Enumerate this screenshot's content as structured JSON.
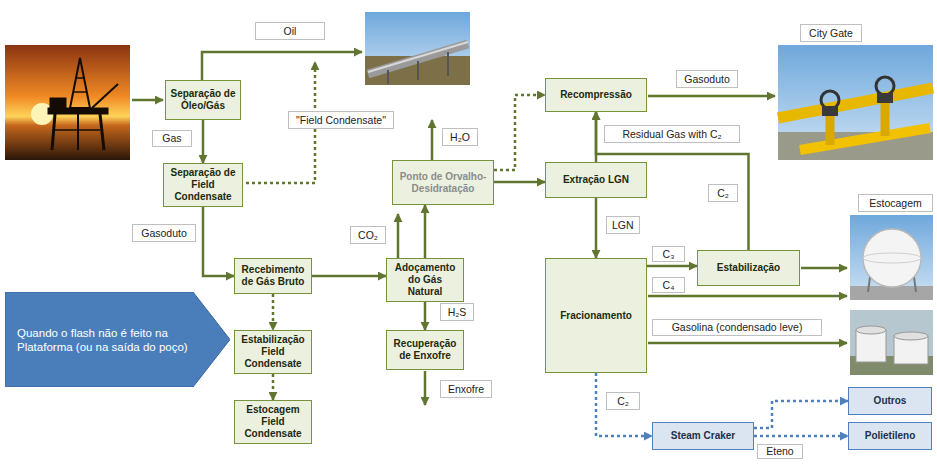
{
  "diagram": {
    "nodes": [
      {
        "text": [
          "Oil"
        ]
      },
      {
        "text": [
          "Separação de Óleo/Gás"
        ]
      },
      {
        "text": [
          "Gas"
        ]
      },
      {
        "text": [
          "\"Field Condensate\""
        ]
      },
      {
        "text": [
          "Separação de Field Condensate"
        ]
      },
      {
        "text": [
          "Gasoduto"
        ]
      },
      {
        "text": [
          "Recebimento de Gás Bruto"
        ]
      },
      {
        "text": [
          "Quando o flash não é feito na Plataforma (ou na saída do poço)"
        ]
      },
      {
        "text": [
          "Estabilização Field Condensate"
        ]
      },
      {
        "text": [
          "Estocagem Field Condensate"
        ]
      },
      {
        "text": [
          "CO₂"
        ]
      },
      {
        "text": [
          "Adoçamento do Gás Natural"
        ]
      },
      {
        "text": [
          "H₂S"
        ]
      },
      {
        "text": [
          "Recuperação de Enxofre"
        ]
      },
      {
        "text": [
          "Enxofre"
        ]
      },
      {
        "text": [
          "H₂O"
        ]
      },
      {
        "text": [
          "Ponto de Orvalho-Desidratação"
        ]
      },
      {
        "text": [
          "Recompressão"
        ]
      },
      {
        "text": [
          "Gasoduto"
        ]
      },
      {
        "text": [
          "City Gate"
        ]
      },
      {
        "text": [
          "Residual Gas with C₂"
        ]
      },
      {
        "text": [
          "Extração LGN"
        ]
      },
      {
        "text": [
          "C₂"
        ]
      },
      {
        "text": [
          "LGN"
        ]
      },
      {
        "text": [
          "Fracionamento"
        ]
      },
      {
        "text": [
          "C₃"
        ]
      },
      {
        "text": [
          "Estabilização"
        ]
      },
      {
        "text": [
          "Estocagem"
        ]
      },
      {
        "text": [
          "C₄"
        ]
      },
      {
        "text": [
          "Gasolina (condensado leve)"
        ]
      },
      {
        "text": [
          "C₂"
        ]
      },
      {
        "text": [
          "Steam Craker"
        ]
      },
      {
        "text": [
          "Outros"
        ]
      },
      {
        "text": [
          "Polietileno"
        ]
      },
      {
        "text": [
          "Eteno"
        ]
      }
    ],
    "edges": [
      {
        "from": 1,
        "to": 4,
        "arrow": "to"
      },
      {
        "from": 4,
        "to": 6,
        "arrow": "to"
      },
      {
        "from": 6,
        "to": 8,
        "arrow": "to"
      },
      {
        "from": 8,
        "to": 9,
        "arrow": "to"
      },
      {
        "from": 6,
        "to": 11,
        "arrow": "to"
      },
      {
        "from": 11,
        "to": 16,
        "arrow": "to"
      },
      {
        "from": 11,
        "to": 13,
        "arrow": "to"
      },
      {
        "from": 16,
        "to": 21,
        "arrow": "to"
      },
      {
        "from": 16,
        "to": 17,
        "arrow": "to"
      },
      {
        "from": 21,
        "to": 17,
        "arrow": "to"
      },
      {
        "from": 26,
        "to": 17,
        "arrow": "to"
      },
      {
        "from": 21,
        "to": 24,
        "arrow": "to"
      },
      {
        "from": 24,
        "to": 26,
        "arrow": "to"
      },
      {
        "from": 24,
        "to": 31,
        "arrow": "to"
      },
      {
        "from": 31,
        "to": 32,
        "arrow": "to"
      },
      {
        "from": 31,
        "to": 33,
        "arrow": "to"
      }
    ]
  }
}
